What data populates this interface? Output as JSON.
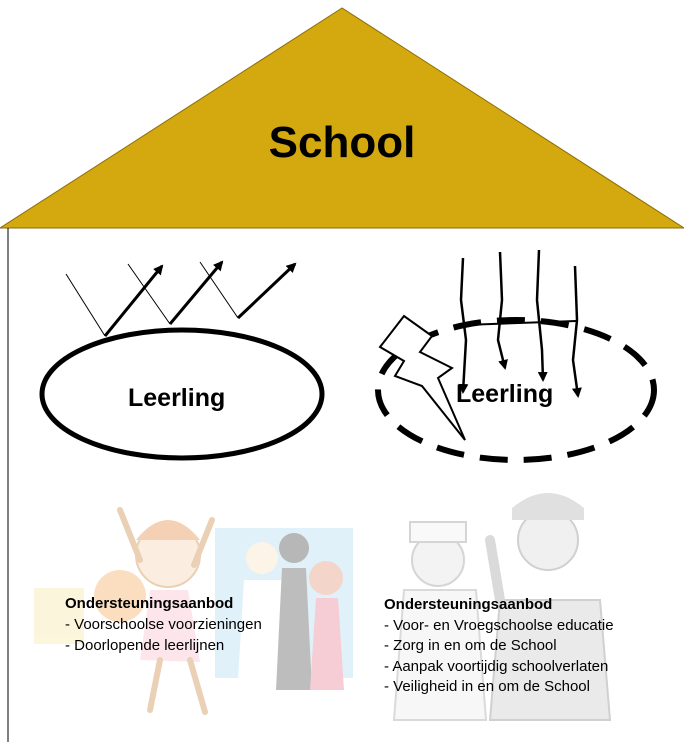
{
  "roof": {
    "title": "School",
    "color": "#d4a80f"
  },
  "left_student": {
    "label": "Leerling"
  },
  "right_student": {
    "label": "Leerling"
  },
  "left_support": {
    "heading": "Ondersteuningsaanbod",
    "items": [
      "- Voorschoolse voorzieningen",
      "- Doorlopende leerlijnen"
    ]
  },
  "right_support": {
    "heading": "Ondersteuningsaanbod",
    "items": [
      "- Voor- en Vroegschoolse educatie",
      "- Zorg in en om de School",
      "- Aanpak voortijdig schoolverlaten",
      "- Veiligheid in en om de School"
    ]
  }
}
